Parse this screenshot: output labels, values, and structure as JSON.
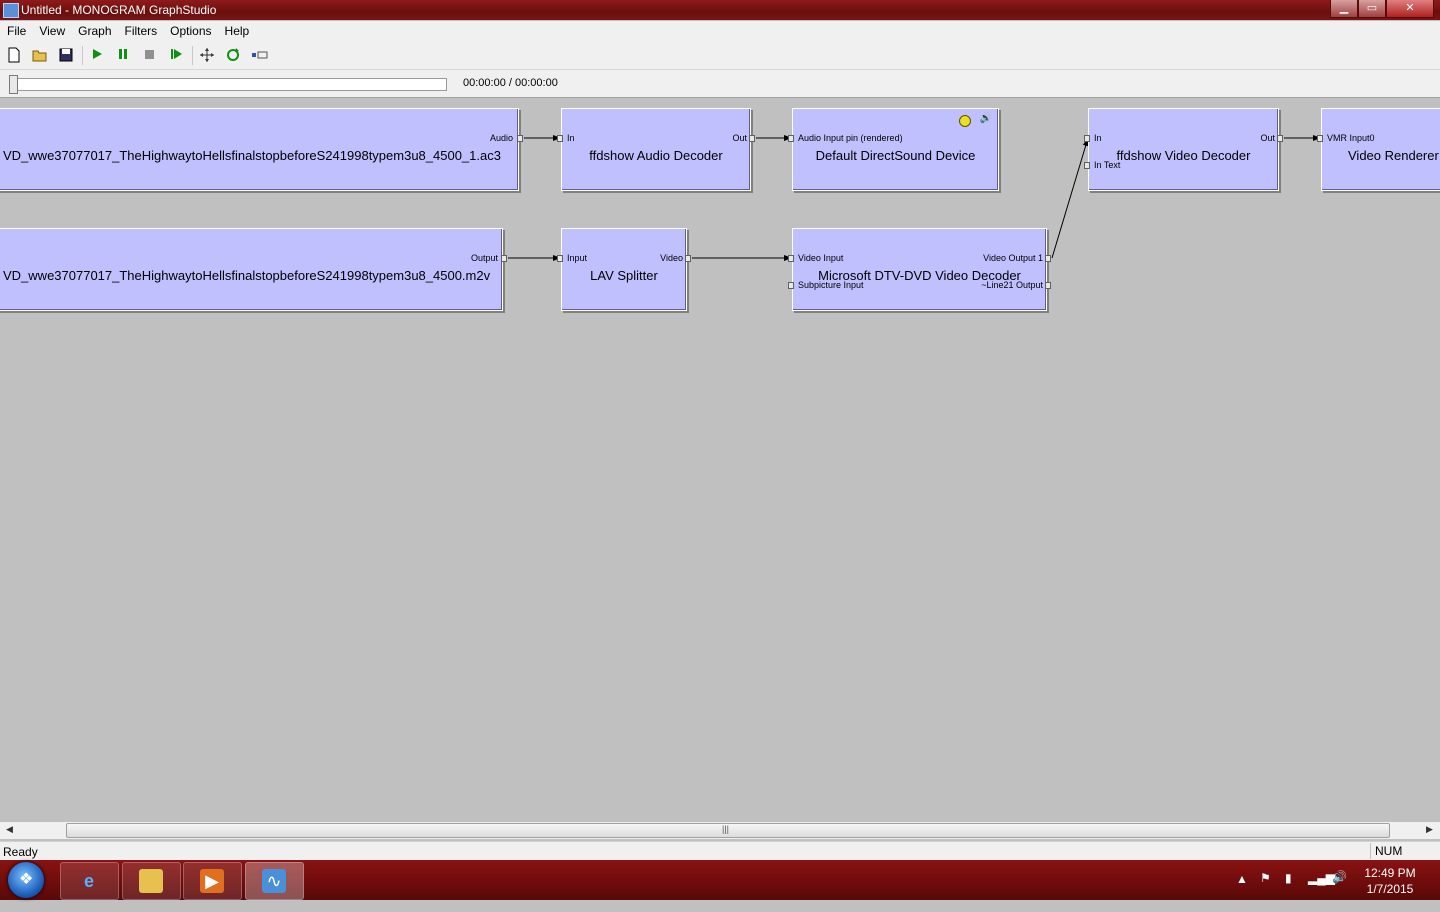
{
  "window": {
    "title": "Untitled - MONOGRAM GraphStudio",
    "buttons": {
      "minimize": "▁",
      "maximize": "▭",
      "close": "✕"
    }
  },
  "menu": [
    "File",
    "View",
    "Graph",
    "Filters",
    "Options",
    "Help"
  ],
  "toolbar": [
    "new-icon",
    "open-icon",
    "save-icon",
    "play-icon",
    "pause-icon",
    "stop-icon",
    "step-icon",
    "arrange-icon",
    "refresh-icon",
    "seek-icon"
  ],
  "seek": {
    "time": "00:00:00 / 00:00:00",
    "progress": 0
  },
  "filters": [
    {
      "id": "f1",
      "name": "VD_wwe37077017_TheHighwaytoHellsfinalstopbeforeS241998typem3u8_4500_1.ac3",
      "out": "Audio"
    },
    {
      "id": "f2",
      "name": "ffdshow Audio Decoder",
      "in": "In",
      "out": "Out"
    },
    {
      "id": "f3",
      "name": "Default DirectSound Device",
      "in": "Audio Input pin (rendered)"
    },
    {
      "id": "f4",
      "name": "ffdshow Video Decoder",
      "in": "In",
      "in2": "In Text",
      "out": "Out"
    },
    {
      "id": "f5",
      "name": "Video Renderer",
      "in": "VMR Input0"
    },
    {
      "id": "f6",
      "name": "VD_wwe37077017_TheHighwaytoHellsfinalstopbeforeS241998typem3u8_4500.m2v",
      "out": "Output"
    },
    {
      "id": "f7",
      "name": "LAV Splitter",
      "in": "Input",
      "out": "Video"
    },
    {
      "id": "f8",
      "name": "Microsoft DTV-DVD Video Decoder",
      "in": "Video Input",
      "in2": "Subpicture Input",
      "out": "Video Output 1",
      "out2": "~Line21 Output"
    }
  ],
  "status": {
    "text": "Ready",
    "num": "NUM"
  },
  "clock": {
    "time": "12:49 PM",
    "date": "1/7/2015"
  },
  "colors": {
    "filter_fill": "#c0c0ff",
    "canvas": "#c0c0c0",
    "taskbar": "#7a1010"
  }
}
